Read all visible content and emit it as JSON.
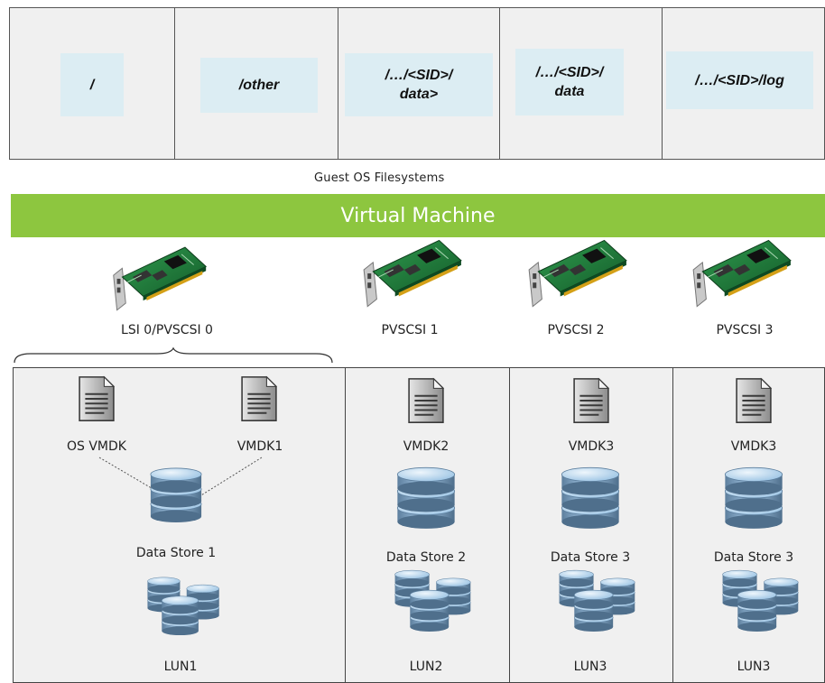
{
  "filesystems": {
    "items": [
      {
        "label": "/"
      },
      {
        "label": "/other"
      },
      {
        "label": "/…/<SID>/ data>"
      },
      {
        "label": "/…/<SID>/ data"
      },
      {
        "label": "/…/<SID>/log"
      }
    ],
    "caption": "Guest OS Filesystems"
  },
  "vm": {
    "label": "Virtual Machine"
  },
  "controllers": [
    {
      "label": "LSI 0/PVSCSI 0",
      "icon": "pci-card-icon"
    },
    {
      "label": "PVSCSI 1",
      "icon": "pci-card-icon"
    },
    {
      "label": "PVSCSI 2",
      "icon": "pci-card-icon"
    },
    {
      "label": "PVSCSI 3",
      "icon": "pci-card-icon"
    }
  ],
  "panels": [
    {
      "vmdks": [
        "OS VMDK",
        "VMDK1"
      ],
      "datastore": "Data Store 1",
      "lun": "LUN1"
    },
    {
      "vmdks": [
        "VMDK2"
      ],
      "datastore": "Data Store 2",
      "lun": "LUN2"
    },
    {
      "vmdks": [
        "VMDK3"
      ],
      "datastore": "Data Store 3",
      "lun": "LUN3"
    },
    {
      "vmdks": [
        "VMDK3"
      ],
      "datastore": "Data Store 3",
      "lun": "LUN3"
    }
  ],
  "colors": {
    "vm_bar": "#8dc63f",
    "fs_label_bg": "#dcedf3",
    "panel_bg": "#f0f0f0",
    "card_green": "#1f7a3a",
    "disk_blue": "#9cc4e4"
  }
}
